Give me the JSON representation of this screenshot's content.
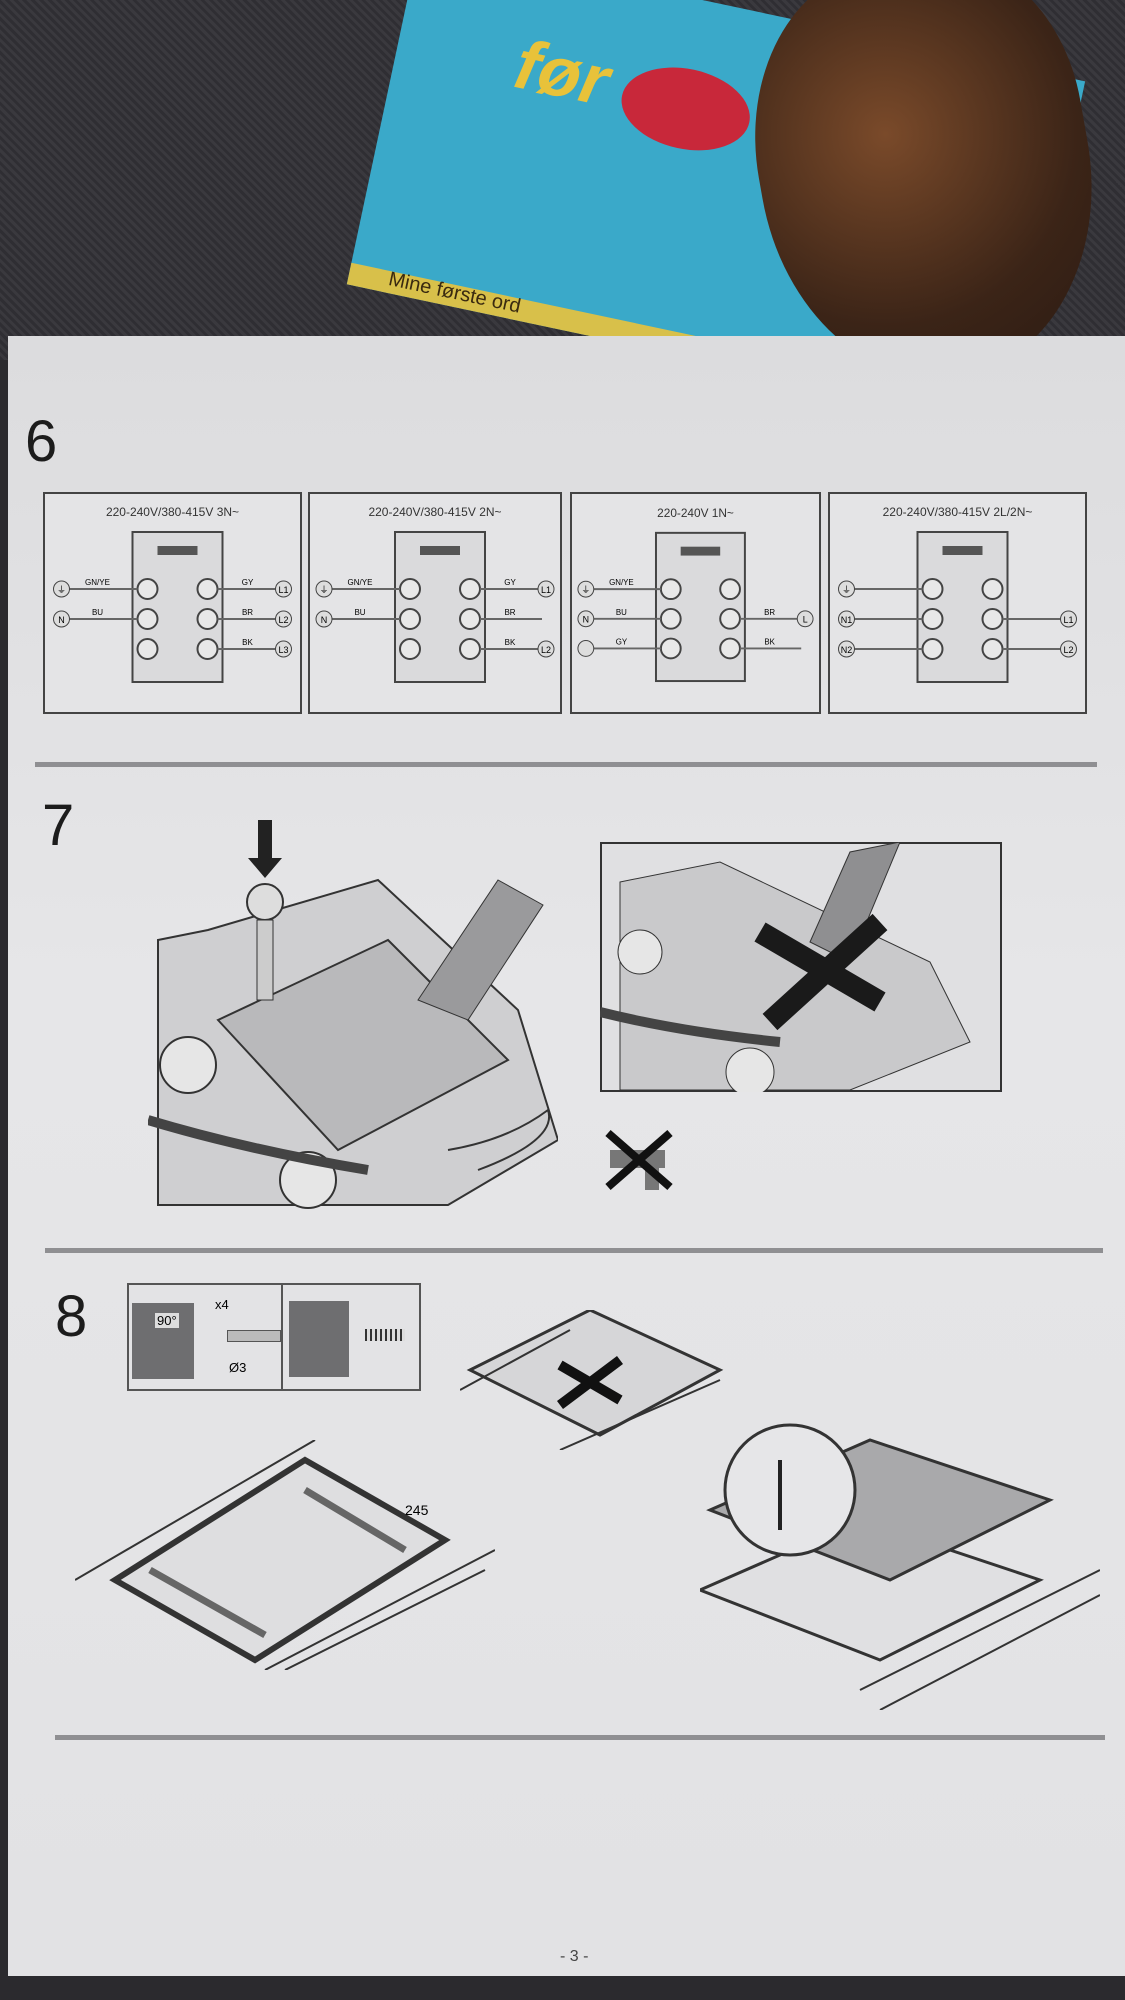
{
  "background": {
    "book_title": "før",
    "book_spine": "Mine første ord"
  },
  "steps": [
    {
      "number": "6"
    },
    {
      "number": "7"
    },
    {
      "number": "8"
    }
  ],
  "wiring": [
    {
      "title": "220-240V/380-415V 3N~",
      "left": [
        {
          "sym": "⏚",
          "wire": "GN/YE"
        },
        {
          "sym": "N",
          "wire": "BU"
        }
      ],
      "right": [
        {
          "sym": "L1",
          "wire": "GY"
        },
        {
          "sym": "L2",
          "wire": "BR"
        },
        {
          "sym": "L3",
          "wire": "BK"
        }
      ]
    },
    {
      "title": "220-240V/380-415V 2N~",
      "left": [
        {
          "sym": "⏚",
          "wire": "GN/YE"
        },
        {
          "sym": "N",
          "wire": "BU"
        }
      ],
      "right": [
        {
          "sym": "L1",
          "wire": "GY"
        },
        {
          "sym": "",
          "wire": "BR"
        },
        {
          "sym": "L2",
          "wire": "BK"
        }
      ]
    },
    {
      "title": "220-240V 1N~",
      "left": [
        {
          "sym": "⏚",
          "wire": "GN/YE"
        },
        {
          "sym": "N",
          "wire": "BU"
        },
        {
          "sym": "",
          "wire": "GY"
        }
      ],
      "right": [
        {
          "sym": "",
          "wire": ""
        },
        {
          "sym": "L",
          "wire": "BR"
        },
        {
          "sym": "",
          "wire": "BK"
        }
      ]
    },
    {
      "title": "220-240V/380-415V 2L/2N~",
      "left": [
        {
          "sym": "⏚",
          "wire": ""
        },
        {
          "sym": "N1",
          "wire": ""
        },
        {
          "sym": "N2",
          "wire": ""
        }
      ],
      "right": [
        {
          "sym": "",
          "wire": ""
        },
        {
          "sym": "L1",
          "wire": ""
        },
        {
          "sym": "L2",
          "wire": ""
        }
      ]
    }
  ],
  "step8": {
    "angle": "90°",
    "quantity": "x4",
    "drill_diameter": "Ø3",
    "dimension": "245"
  },
  "page_number": "- 3 -"
}
